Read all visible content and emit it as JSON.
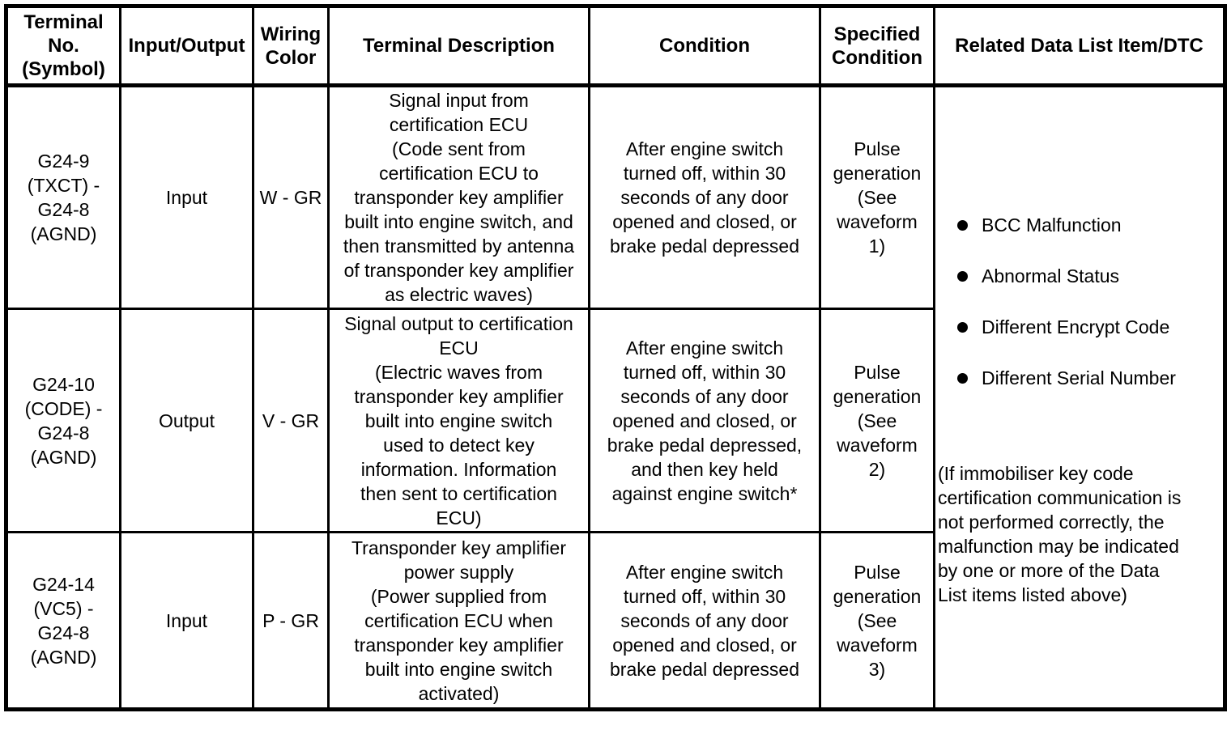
{
  "table": {
    "headers": [
      "Terminal\nNo.\n(Symbol)",
      "Input/Output",
      "Wiring\nColor",
      "Terminal Description",
      "Condition",
      "Specified\nCondition",
      "Related Data List Item/DTC"
    ],
    "rows": [
      {
        "terminal": "G24-9\n(TXCT) -\nG24-8\n(AGND)",
        "io": "Input",
        "wiring_color": "W - GR",
        "description": "Signal input from\ncertification ECU\n(Code sent from\ncertification ECU to\ntransponder key amplifier\nbuilt into engine switch, and\nthen transmitted by antenna\nof transponder key amplifier\nas electric waves)",
        "condition": "After engine switch\nturned off, within 30\nseconds of any door\nopened and closed, or\nbrake pedal depressed",
        "specified_condition": "Pulse\ngeneration\n(See\nwaveform\n1)"
      },
      {
        "terminal": "G24-10\n(CODE) -\nG24-8\n(AGND)",
        "io": "Output",
        "wiring_color": "V - GR",
        "description": "Signal output to certification\nECU\n(Electric waves from\ntransponder key amplifier\nbuilt into engine switch\nused to detect key\ninformation. Information\nthen sent to certification\nECU)",
        "condition": "After engine switch\nturned off, within 30\nseconds of any door\nopened and closed, or\nbrake pedal depressed,\nand then key held\nagainst engine switch*",
        "specified_condition": "Pulse\ngeneration\n(See\nwaveform\n2)"
      },
      {
        "terminal": "G24-14\n(VC5) -\nG24-8\n(AGND)",
        "io": "Input",
        "wiring_color": "P - GR",
        "description": "Transponder key amplifier\npower supply\n(Power supplied from\ncertification ECU when\ntransponder key amplifier\nbuilt into engine switch\nactivated)",
        "condition": "After engine switch\nturned off, within 30\nseconds of any door\nopened and closed, or\nbrake pedal depressed",
        "specified_condition": "Pulse\ngeneration\n(See\nwaveform\n3)"
      }
    ],
    "related_dtc": {
      "items": [
        "BCC Malfunction",
        "Abnormal Status",
        "Different Encrypt Code",
        "Different Serial Number"
      ],
      "note": "(If immobiliser key code\ncertification communication is\nnot performed correctly, the\nmalfunction may be indicated\nby one or more of the Data\nList items listed above)"
    }
  }
}
